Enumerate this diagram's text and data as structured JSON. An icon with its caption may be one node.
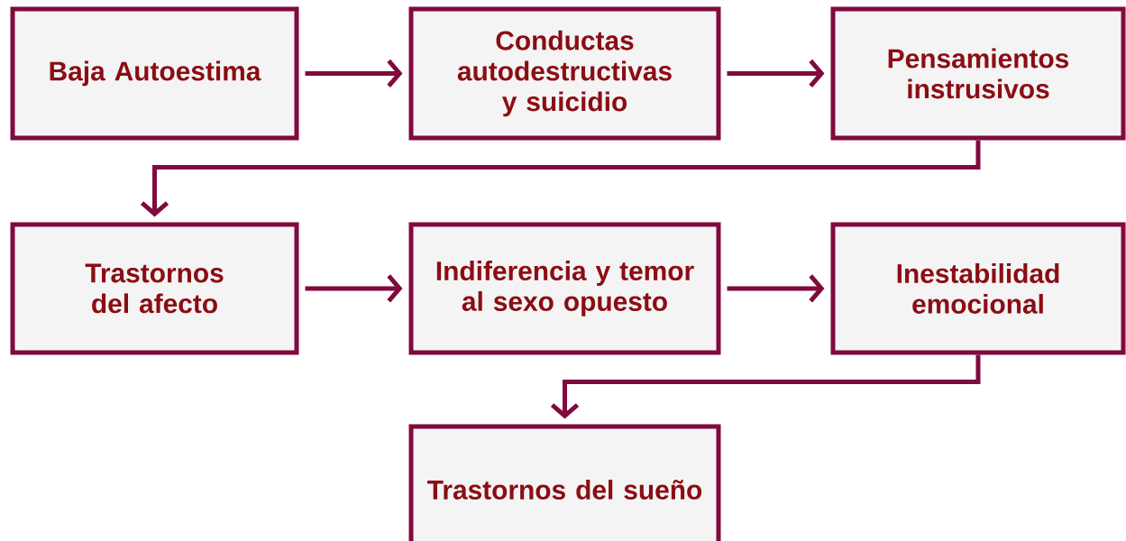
{
  "diagram": {
    "nodes": [
      {
        "text": [
          "Baja Autoestima"
        ]
      },
      {
        "text": [
          "Conductas autodestructivas y suicidio"
        ]
      },
      {
        "text": [
          "Pensamientos instrusivos"
        ]
      },
      {
        "text": [
          "Trastornos del afecto"
        ]
      },
      {
        "text": [
          "Indiferencia y temor al sexo opuesto"
        ]
      },
      {
        "text": [
          "Inestabilidad emocional"
        ]
      },
      {
        "text": [
          "Trastornos del sueño"
        ]
      }
    ],
    "edges": [
      {
        "from": 0,
        "to": 1,
        "arrow": "to"
      },
      {
        "from": 1,
        "to": 2,
        "arrow": "to"
      },
      {
        "from": 2,
        "to": 3,
        "arrow": "to"
      },
      {
        "from": 3,
        "to": 4,
        "arrow": "to"
      },
      {
        "from": 4,
        "to": 5,
        "arrow": "to"
      },
      {
        "from": 5,
        "to": 6,
        "arrow": "to"
      }
    ]
  }
}
